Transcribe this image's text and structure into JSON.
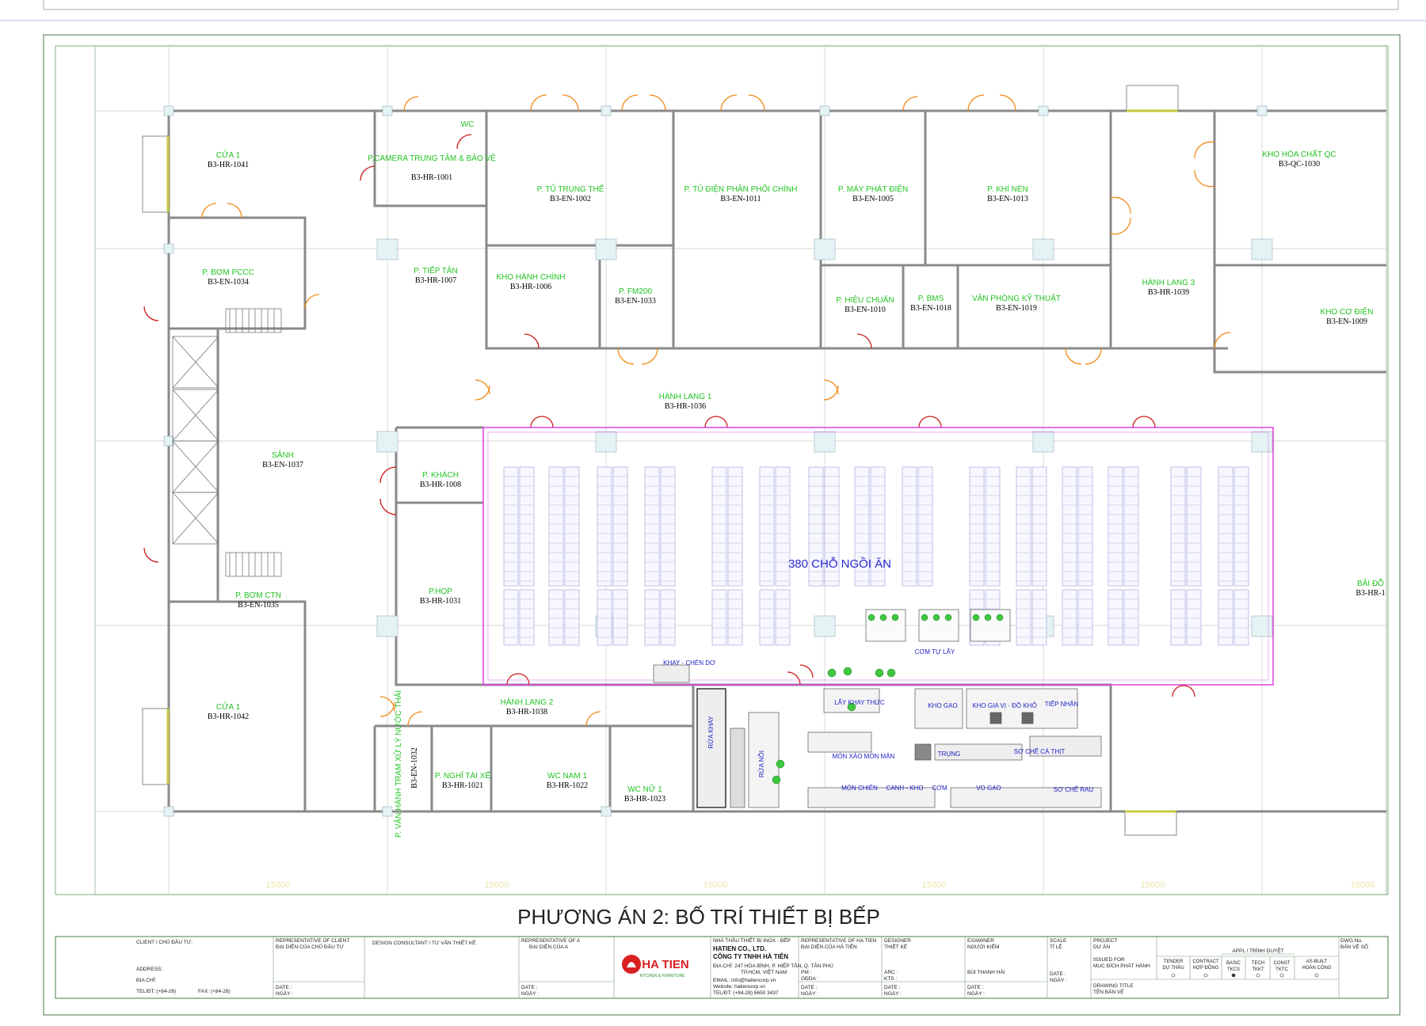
{
  "drawing": {
    "title": "PHƯƠNG ÁN 2: BỐ TRÍ THIẾT BỊ BẾP",
    "seating_label": "380 CHỖ NGỒI ĂN",
    "grid_dimension": "15000"
  },
  "rooms": [
    {
      "name": "CỬA 1",
      "code": "B3-HR-1041"
    },
    {
      "name": "P.CAMERA TRUNG TÂM & BẢO VỆ",
      "code": "B3-HR-1001"
    },
    {
      "name": "WC",
      "code": ""
    },
    {
      "name": "P. TỦ TRUNG THẾ",
      "code": "B3-EN-1002"
    },
    {
      "name": "P. TỦ ĐIỆN PHÂN PHỐI CHÍNH",
      "code": "B3-EN-1011"
    },
    {
      "name": "P. MÁY PHÁT ĐIỆN",
      "code": "B3-EN-1005"
    },
    {
      "name": "P. KHÍ NÉN",
      "code": "B3-EN-1013"
    },
    {
      "name": "KHO HÓA CHẤT QC",
      "code": "B3-QC-1030"
    },
    {
      "name": "P. BƠM PCCC",
      "code": "B3-EN-1034"
    },
    {
      "name": "P. TIẾP TÂN",
      "code": "B3-HR-1007"
    },
    {
      "name": "KHO HÀNH CHÍNH",
      "code": "B3-HR-1006"
    },
    {
      "name": "P. FM200",
      "code": "B3-EN-1033"
    },
    {
      "name": "P. HIỆU CHUẨN",
      "code": "B3-EN-1010"
    },
    {
      "name": "P. BMS",
      "code": "B3-EN-1018"
    },
    {
      "name": "VĂN PHÒNG KỸ THUẬT",
      "code": "B3-EN-1019"
    },
    {
      "name": "HÀNH LANG 3",
      "code": "B3-HR-1039"
    },
    {
      "name": "KHO CƠ ĐIỆN",
      "code": "B3-EN-1009"
    },
    {
      "name": "HÀNH LANG 1",
      "code": "B3-HR-1036"
    },
    {
      "name": "SẢNH",
      "code": "B3-EN-1037"
    },
    {
      "name": "P. KHÁCH",
      "code": "B3-HR-1008"
    },
    {
      "name": "P.HỌP",
      "code": "B3-HR-1031"
    },
    {
      "name": "P. BƠM CTN",
      "code": "B3-EN-1035"
    },
    {
      "name": "BÃI ĐỖ",
      "code": "B3-HR-1"
    },
    {
      "name": "CỬA 1",
      "code": "B3-HR-1042"
    },
    {
      "name": "HÀNH LANG 2",
      "code": "B3-HR-1038"
    },
    {
      "name": "P. VẬN HÀNH TRẠM XỬ LÝ NƯỚC THẢI",
      "code": "B3-EN-1032"
    },
    {
      "name": "P. NGHỈ TÀI XẾ",
      "code": "B3-HR-1021"
    },
    {
      "name": "WC NAM 1",
      "code": "B3-HR-1022"
    },
    {
      "name": "WC NỮ 1",
      "code": "B3-HR-1023"
    }
  ],
  "kitchen_labels": [
    "KHAY - CHÉN DƠ",
    "CƠM TỰ LẤY",
    "LẤY KHAY THỨC",
    "KHO GẠO",
    "KHO GIA VỊ - ĐỒ KHÔ",
    "TIẾP NHẬN",
    "MÓN XÀO MÓN MẶN",
    "TRỤNG",
    "SƠ CHẾ CÁ THỊT",
    "MÓN CHIÊN",
    "CANH - KHO",
    "CƠM",
    "VO GẠO",
    "SƠ CHẾ RAU",
    "RỬA KHAY",
    "RỬA NỒI"
  ],
  "title_block": {
    "client": "CLIENT / CHỦ ĐẦU TƯ:",
    "address": "ADDRESS:",
    "dia_chi": "ĐỊA CHỈ:",
    "tel": "TEL/ĐT: (+84-28)",
    "fax": "FAX: (+84-28)",
    "rep_client": "REPRESENTATIVE OF CLIENT",
    "rep_client_vi": "ĐẠI DIỆN CỦA CHỦ ĐẦU TƯ",
    "date": "DATE :",
    "ngay": "NGÀY :",
    "consultant": "DESIGN CONSULTANT / TƯ VẤN THIẾT KẾ",
    "rep_a": "REPRESENTATIVE OF A",
    "rep_a_vi": "ĐẠI DIỆN CỦA A",
    "logo_text": "HA TIEN",
    "logo_sub": "KITCHEN & FURNITURE",
    "contractor": "NHÀ THẦU THIẾT BỊ INOX - BẾP",
    "company_en": "HATIEN CO., LTD.",
    "company_vi": "CÔNG TY TNHH HÀ TIÊN",
    "company_addr": "ĐỊA CHỈ: 247 HÒA BÌNH, P. HIỆP TÂN, Q. TÂN PHÚ",
    "company_city": "TP.HCM, VIỆT NAM",
    "email": "EMAIL: info@hatiencorp.vn",
    "website": "Website: hatiencorp.vn",
    "company_tel": "TEL/ĐT: (+84-28) 6650 3437",
    "rep_hatien": "REPRESENTATIVE OF HA TIEN",
    "rep_hatien_vi": "ĐẠI DIỆN CỦA HÀ TIÊN",
    "pm": "PM :",
    "gdda": "GĐDA :",
    "designer": "DESIGNER",
    "designer_vi": "THIẾT KẾ",
    "arc": "ARC :",
    "kts": "KTS :",
    "examiner": "EXAMINER",
    "examiner_vi": "NGƯỜI KIỂM",
    "examiner_name": "BÙI THANH HẢI",
    "scale": "SCALE",
    "scale_vi": "TỈ LỆ",
    "project": "PROJECT",
    "project_vi": "DỰ ÁN",
    "issued": "ISSUED FOR",
    "issued_vi": "MỤC ĐÍCH PHÁT HÀNH",
    "drawing_title": "DRAWING TITLE",
    "drawing_title_vi": "TÊN BẢN VẼ",
    "appl": "APPL / TRÌNH DUYỆT",
    "status": [
      {
        "en": "TENDER",
        "vi": "DỰ THẦU"
      },
      {
        "en": "CONTRACT",
        "vi": "HỢP ĐỒNG"
      },
      {
        "en": "BASIC",
        "vi": "TKCS"
      },
      {
        "en": "TECH",
        "vi": "TKKT"
      },
      {
        "en": "CONST",
        "vi": "TKTC"
      },
      {
        "en": "AS-BUILT",
        "vi": "HOÀN CÔNG"
      }
    ],
    "dwg_no": "DWG.No.",
    "dwg_no_vi": "BẢN VẼ SỐ"
  }
}
